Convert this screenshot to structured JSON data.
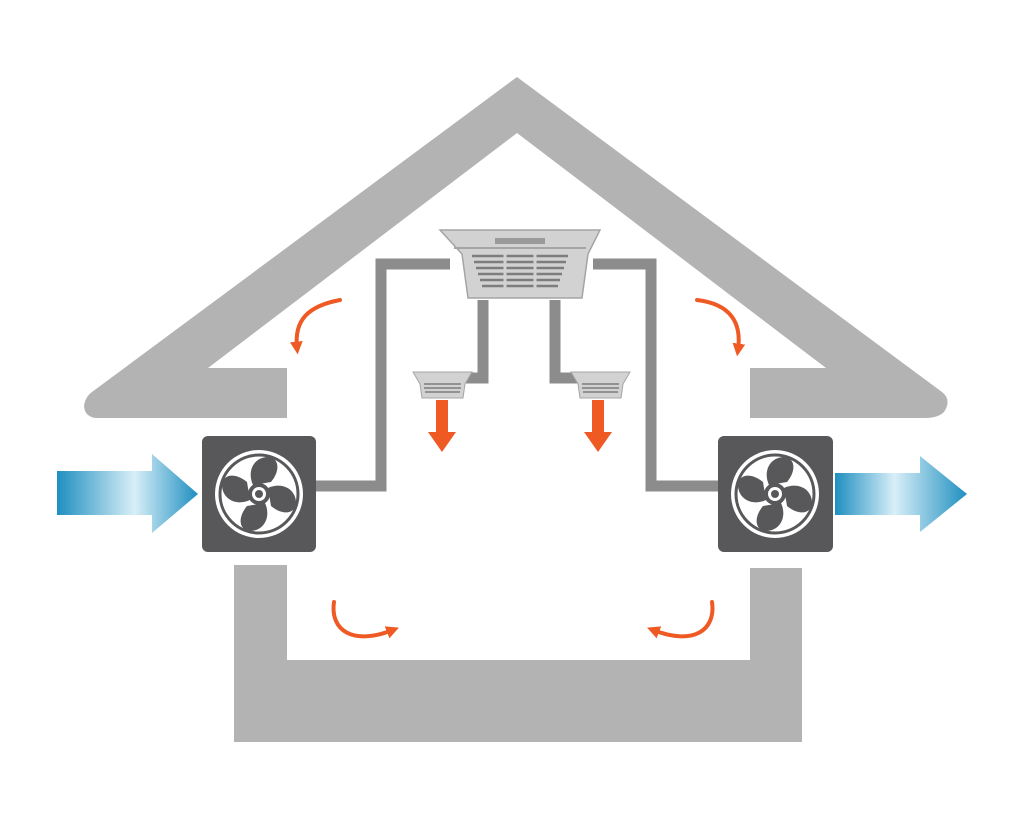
{
  "colors": {
    "background": "#ffffff",
    "house_wall": "#b3b3b3",
    "duct": "#8c8c8c",
    "fan_box": "#58585a",
    "fan_blade": "#58585a",
    "fan_face": "#ffffff",
    "air_flow": "#ef5a24",
    "air_stream_dark": "#1f8fc0",
    "air_stream_light": "#d8eff8",
    "vent_body": "#d2d2d2",
    "vent_slat": "#7d7d7d"
  },
  "components": {
    "intake_fan": {
      "icon": "fan-icon"
    },
    "exhaust_fan": {
      "icon": "fan-icon"
    },
    "main_vent": {
      "icon": "ceiling-cassette-icon"
    },
    "small_vents": {
      "icon": "ceiling-cassette-icon",
      "count": 2
    },
    "inflow_arrow": {
      "icon": "arrow-right-icon"
    },
    "outflow_arrow": {
      "icon": "arrow-right-icon"
    },
    "circulation_arrows": {
      "icon": "curved-arrow-icon",
      "count": 4
    },
    "supply_arrows": {
      "icon": "arrow-down-icon",
      "count": 2
    }
  }
}
